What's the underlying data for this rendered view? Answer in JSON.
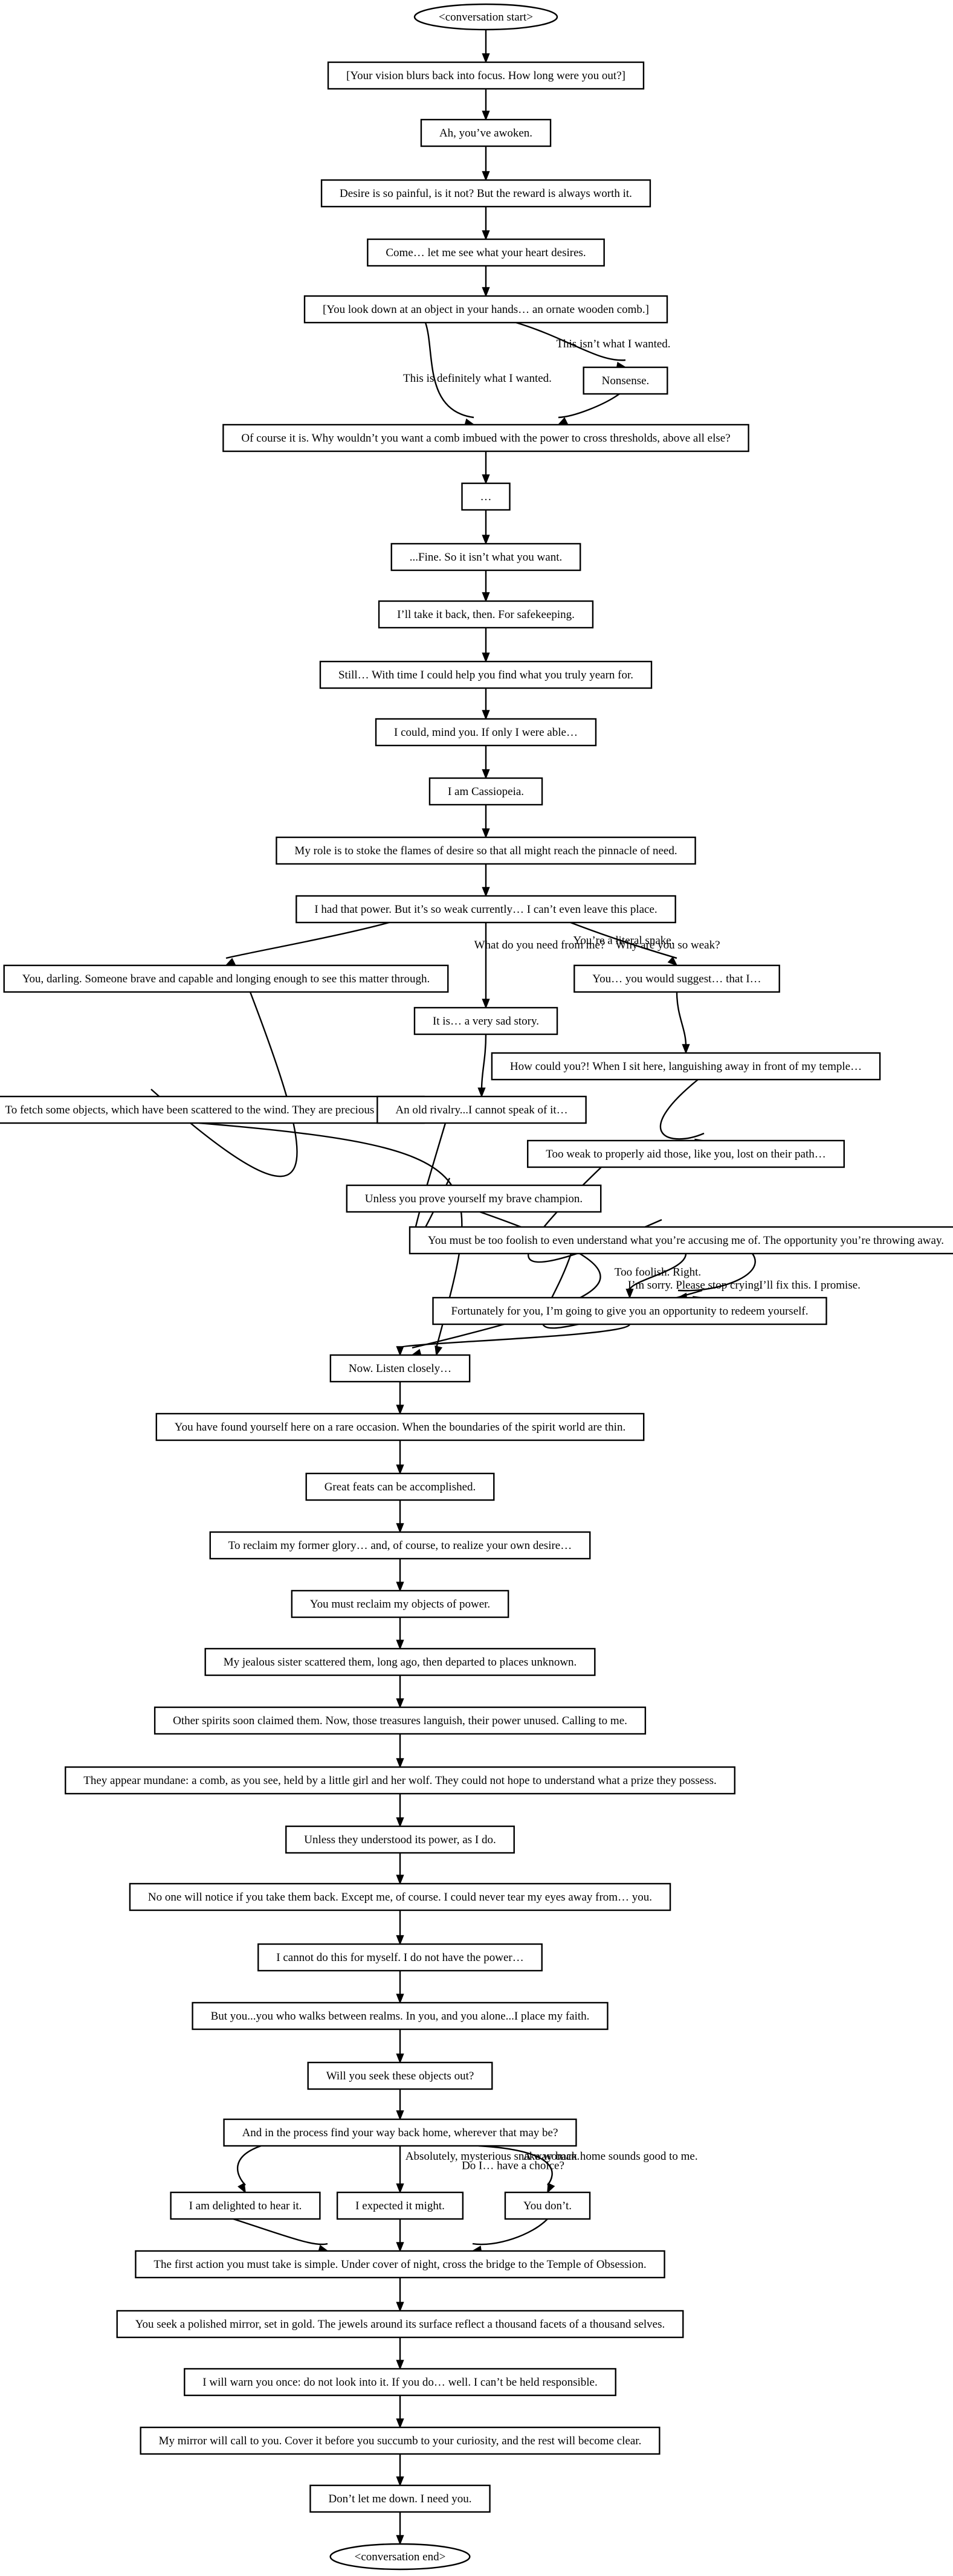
{
  "nodes": [
    {
      "id": "start",
      "shape": "ellipse",
      "text": "<conversation start>"
    },
    {
      "id": "n1",
      "text": "[Your vision blurs back into focus. How long were you out?]"
    },
    {
      "id": "n2",
      "text": "Ah, you’ve awoken."
    },
    {
      "id": "n3",
      "text": "Desire is so painful, is it not? But the reward is always worth it."
    },
    {
      "id": "n4",
      "text": "Come… let me see what your heart desires."
    },
    {
      "id": "n5",
      "text": "[You look down at an object in your hands… an ornate wooden comb.]"
    },
    {
      "id": "n6",
      "text": "Nonsense."
    },
    {
      "id": "n7",
      "text": "Of course it is. Why wouldn’t you want a comb imbued with the power to cross thresholds, above all else?"
    },
    {
      "id": "n8",
      "text": "…"
    },
    {
      "id": "n9",
      "text": "...Fine. So it isn’t what you want."
    },
    {
      "id": "n10",
      "text": "I’ll take it back, then. For safekeeping."
    },
    {
      "id": "n11",
      "text": "Still… With time I could help you find what you truly yearn for."
    },
    {
      "id": "n12",
      "text": "I could, mind you. If only I were able…"
    },
    {
      "id": "n13",
      "text": "I am Cassiopeia."
    },
    {
      "id": "n14",
      "text": "My role is to stoke the flames of desire so that all might reach the pinnacle of need."
    },
    {
      "id": "n15",
      "text": "I had that power. But it’s so weak currently… I can’t even leave this place."
    },
    {
      "id": "n16",
      "text": "You, darling. Someone brave and capable and longing enough to see this matter through."
    },
    {
      "id": "n17",
      "text": "It is… a very sad story."
    },
    {
      "id": "n18",
      "text": "You… you would suggest… that I…"
    },
    {
      "id": "n19",
      "text": "To fetch some objects, which have been scattered to the wind. They are precious to me."
    },
    {
      "id": "n20",
      "text": "An old rivalry...I cannot speak of it…"
    },
    {
      "id": "n21",
      "text": "How could you?! When I sit here, languishing away in front of my temple…"
    },
    {
      "id": "n22",
      "text": "Too weak to properly aid those, like you, lost on their path…"
    },
    {
      "id": "n23",
      "text": "Unless you prove yourself my brave champion."
    },
    {
      "id": "n24",
      "text": "You must be too foolish to even understand what you’re accusing me of. The opportunity you’re throwing away."
    },
    {
      "id": "n25",
      "text": "Fortunately for you, I’m going to give you an opportunity to redeem yourself."
    },
    {
      "id": "n26",
      "text": "Now. Listen closely…"
    },
    {
      "id": "n27",
      "text": "You have found yourself here on a rare occasion. When the boundaries of the spirit world are thin."
    },
    {
      "id": "n28",
      "text": "Great feats can be accomplished."
    },
    {
      "id": "n29",
      "text": "To reclaim my former glory… and, of course, to realize your own desire…"
    },
    {
      "id": "n30",
      "text": "You must reclaim my objects of power."
    },
    {
      "id": "n31",
      "text": "My jealous sister scattered them, long ago, then departed to places unknown."
    },
    {
      "id": "n32",
      "text": "Other spirits soon claimed them. Now, those treasures languish, their power unused. Calling to me."
    },
    {
      "id": "n33",
      "text": "They appear mundane: a comb, as you see, held by a little girl and her wolf. They could not hope to understand what a prize they possess."
    },
    {
      "id": "n34",
      "text": "Unless they understood its power, as I do."
    },
    {
      "id": "n35",
      "text": "No one will notice if you take them back. Except me, of course. I could never tear my eyes away from… you."
    },
    {
      "id": "n36",
      "text": "I cannot do this for myself. I do not have the power…"
    },
    {
      "id": "n37",
      "text": "But you...you who walks between realms. In you, and you alone...I place my faith."
    },
    {
      "id": "n38",
      "text": "Will you seek these objects out?"
    },
    {
      "id": "n39",
      "text": "And in the process find your way back home, wherever that may be?"
    },
    {
      "id": "n40",
      "text": "I am delighted to hear it."
    },
    {
      "id": "n41",
      "text": "I expected it might."
    },
    {
      "id": "n42",
      "text": "You don’t."
    },
    {
      "id": "n43",
      "text": "The first action you must take is simple. Under cover of night, cross the bridge to the Temple of Obsession."
    },
    {
      "id": "n44",
      "text": "You seek a polished mirror, set in gold. The jewels around its surface reflect a thousand facets of a thousand selves."
    },
    {
      "id": "n45",
      "text": "I will warn you once: do not look into it. If you do… well. I can’t be held responsible."
    },
    {
      "id": "n46",
      "text": "My mirror will call to you. Cover it before you succumb to your curiosity, and the rest will become clear."
    },
    {
      "id": "n47",
      "text": "Don’t let me down. I need you."
    },
    {
      "id": "end",
      "shape": "ellipse",
      "text": "<conversation end>"
    }
  ],
  "edges": [
    {
      "from": "start",
      "to": "n1"
    },
    {
      "from": "n1",
      "to": "n2"
    },
    {
      "from": "n2",
      "to": "n3"
    },
    {
      "from": "n3",
      "to": "n4"
    },
    {
      "from": "n4",
      "to": "n5"
    },
    {
      "from": "n5",
      "to": "n7",
      "label": "This is definitely what I wanted."
    },
    {
      "from": "n5",
      "to": "n6",
      "label": "This isn’t what I wanted."
    },
    {
      "from": "n6",
      "to": "n7"
    },
    {
      "from": "n7",
      "to": "n8"
    },
    {
      "from": "n8",
      "to": "n9"
    },
    {
      "from": "n9",
      "to": "n10"
    },
    {
      "from": "n10",
      "to": "n11"
    },
    {
      "from": "n11",
      "to": "n12"
    },
    {
      "from": "n12",
      "to": "n13"
    },
    {
      "from": "n13",
      "to": "n14"
    },
    {
      "from": "n14",
      "to": "n15"
    },
    {
      "from": "n15",
      "to": "n16",
      "label": "What do you need from me?"
    },
    {
      "from": "n15",
      "to": "n17",
      "label": "Why are you so weak?"
    },
    {
      "from": "n15",
      "to": "n18",
      "label": "You’re a literal snake."
    },
    {
      "from": "n16",
      "to": "n19"
    },
    {
      "from": "n17",
      "to": "n20"
    },
    {
      "from": "n18",
      "to": "n21"
    },
    {
      "from": "n19",
      "to": "n26"
    },
    {
      "from": "n20",
      "to": "n23"
    },
    {
      "from": "n21",
      "to": "n22"
    },
    {
      "from": "n22",
      "to": "n24"
    },
    {
      "from": "n23",
      "to": "n26"
    },
    {
      "from": "n24",
      "to": "n25",
      "label": "I’m sorry. Please stop crying."
    },
    {
      "from": "n24",
      "to": "n25",
      "label": "I’ll fix this. I promise."
    },
    {
      "from": "n24",
      "to": "n25",
      "label": "Too foolish. Right."
    },
    {
      "from": "n25",
      "to": "n26"
    },
    {
      "from": "n26",
      "to": "n27"
    },
    {
      "from": "n27",
      "to": "n28"
    },
    {
      "from": "n28",
      "to": "n29"
    },
    {
      "from": "n29",
      "to": "n30"
    },
    {
      "from": "n30",
      "to": "n31"
    },
    {
      "from": "n31",
      "to": "n32"
    },
    {
      "from": "n32",
      "to": "n33"
    },
    {
      "from": "n33",
      "to": "n34"
    },
    {
      "from": "n34",
      "to": "n35"
    },
    {
      "from": "n35",
      "to": "n36"
    },
    {
      "from": "n36",
      "to": "n37"
    },
    {
      "from": "n37",
      "to": "n38"
    },
    {
      "from": "n38",
      "to": "n39"
    },
    {
      "from": "n39",
      "to": "n40",
      "label": "Absolutely, mysterious snake woman."
    },
    {
      "from": "n39",
      "to": "n41",
      "label": "A way back home sounds good to me."
    },
    {
      "from": "n39",
      "to": "n42",
      "label": "Do I… have a choice?"
    },
    {
      "from": "n40",
      "to": "n43"
    },
    {
      "from": "n41",
      "to": "n43"
    },
    {
      "from": "n42",
      "to": "n43"
    },
    {
      "from": "n43",
      "to": "n44"
    },
    {
      "from": "n44",
      "to": "n45"
    },
    {
      "from": "n45",
      "to": "n46"
    },
    {
      "from": "n46",
      "to": "n47"
    },
    {
      "from": "n47",
      "to": "end"
    }
  ]
}
